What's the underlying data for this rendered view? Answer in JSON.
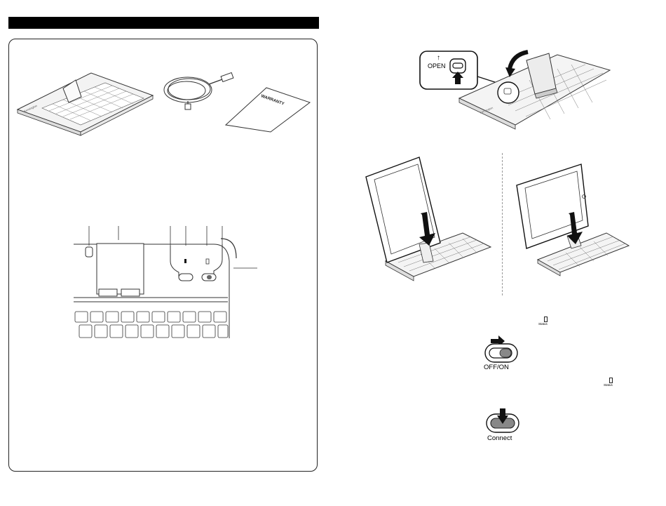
{
  "latch_callout": {
    "arrow_glyph": "↑",
    "open_label": "OPEN"
  },
  "warranty_booklet": {
    "title": "WARRANTY"
  },
  "keyboard_brand": "Kensington",
  "switch_label": "OFF/ON",
  "connect_label": "Connect",
  "status_label": "Status",
  "colors": {
    "bar": "#000000",
    "line": "#333333",
    "light_fill": "#f0f0f0"
  }
}
